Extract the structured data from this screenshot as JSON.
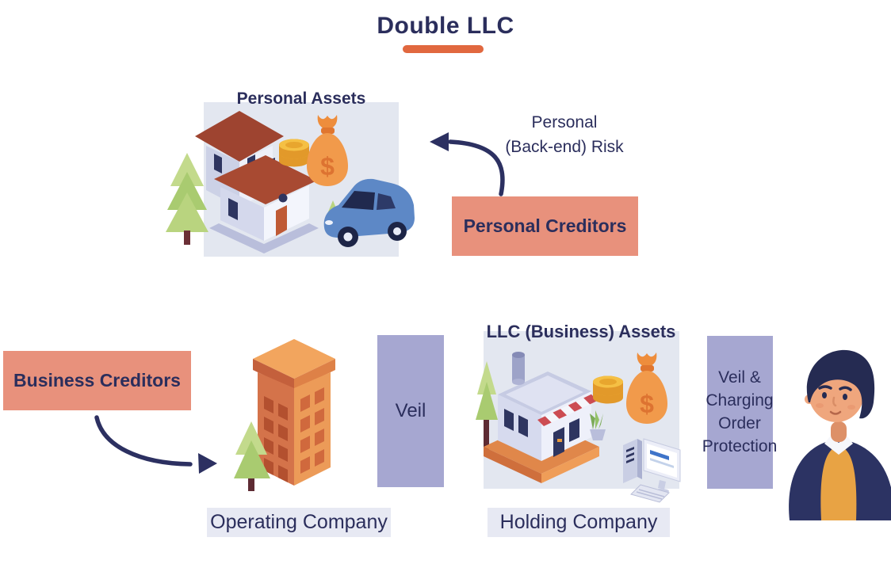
{
  "title": "Double LLC",
  "colors": {
    "text_navy": "#2b2e5c",
    "accent_underline": "#e1683f",
    "creditor_box": "#e8917c",
    "veil_box": "#a6a7d1",
    "asset_panel": "#e3e7f0",
    "label_box": "#e7e9f3"
  },
  "symbols": {
    "dollar": "$"
  },
  "personal": {
    "assets_title": "Personal Assets",
    "risk_line1": "Personal",
    "risk_line2": "(Back-end) Risk",
    "creditors": "Personal Creditors"
  },
  "business": {
    "creditors": "Business Creditors",
    "operating_company": "Operating Company",
    "veil": "Veil",
    "assets_title": "LLC (Business) Assets",
    "holding_company": "Holding Company",
    "protection_lines": [
      "Veil &",
      "Charging",
      "Order",
      "Protection"
    ]
  },
  "illustrations": [
    "tree-icon",
    "house-icon",
    "coins-icon",
    "money-bag-icon",
    "car-icon",
    "office-building-icon",
    "store-icon",
    "computer-icon",
    "person-illustration",
    "curved-arrow-icon"
  ]
}
